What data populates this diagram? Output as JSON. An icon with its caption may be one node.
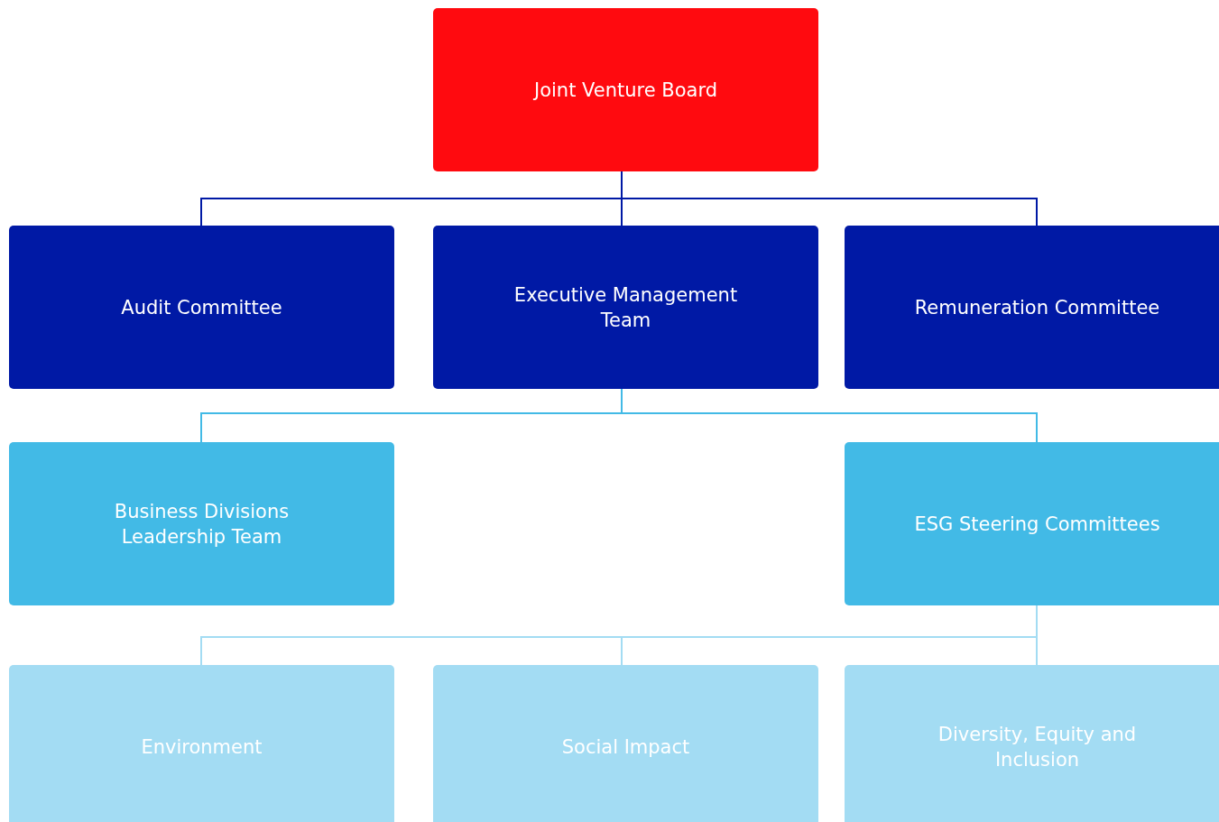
{
  "diagram": {
    "nodes": [
      {
        "text": [
          "Joint Venture Board"
        ]
      },
      {
        "text": [
          "Audit Committee"
        ]
      },
      {
        "text": [
          "Executive Management Team"
        ]
      },
      {
        "text": [
          "Remuneration Committee"
        ]
      },
      {
        "text": [
          "Business Divisions Leadership Team"
        ]
      },
      {
        "text": [
          "ESG Steering Committees"
        ]
      },
      {
        "text": [
          "Environment"
        ]
      },
      {
        "text": [
          "Social Impact"
        ]
      },
      {
        "text": [
          "Diversity, Equity and Inclusion"
        ]
      }
    ],
    "edges": [
      {
        "from": 0,
        "to": 1,
        "arrow": "none",
        "color": "#0019a5"
      },
      {
        "from": 0,
        "to": 2,
        "arrow": "none",
        "color": "#0019a5"
      },
      {
        "from": 0,
        "to": 3,
        "arrow": "none",
        "color": "#0019a5"
      },
      {
        "from": 2,
        "to": 4,
        "arrow": "none",
        "color": "#42bae6"
      },
      {
        "from": 2,
        "to": 5,
        "arrow": "none",
        "color": "#42bae6"
      },
      {
        "from": 5,
        "to": 6,
        "arrow": "none",
        "color": "#a3dcf3"
      },
      {
        "from": 5,
        "to": 7,
        "arrow": "none",
        "color": "#a3dcf3"
      },
      {
        "from": 5,
        "to": 8,
        "arrow": "none",
        "color": "#a3dcf3"
      }
    ]
  }
}
